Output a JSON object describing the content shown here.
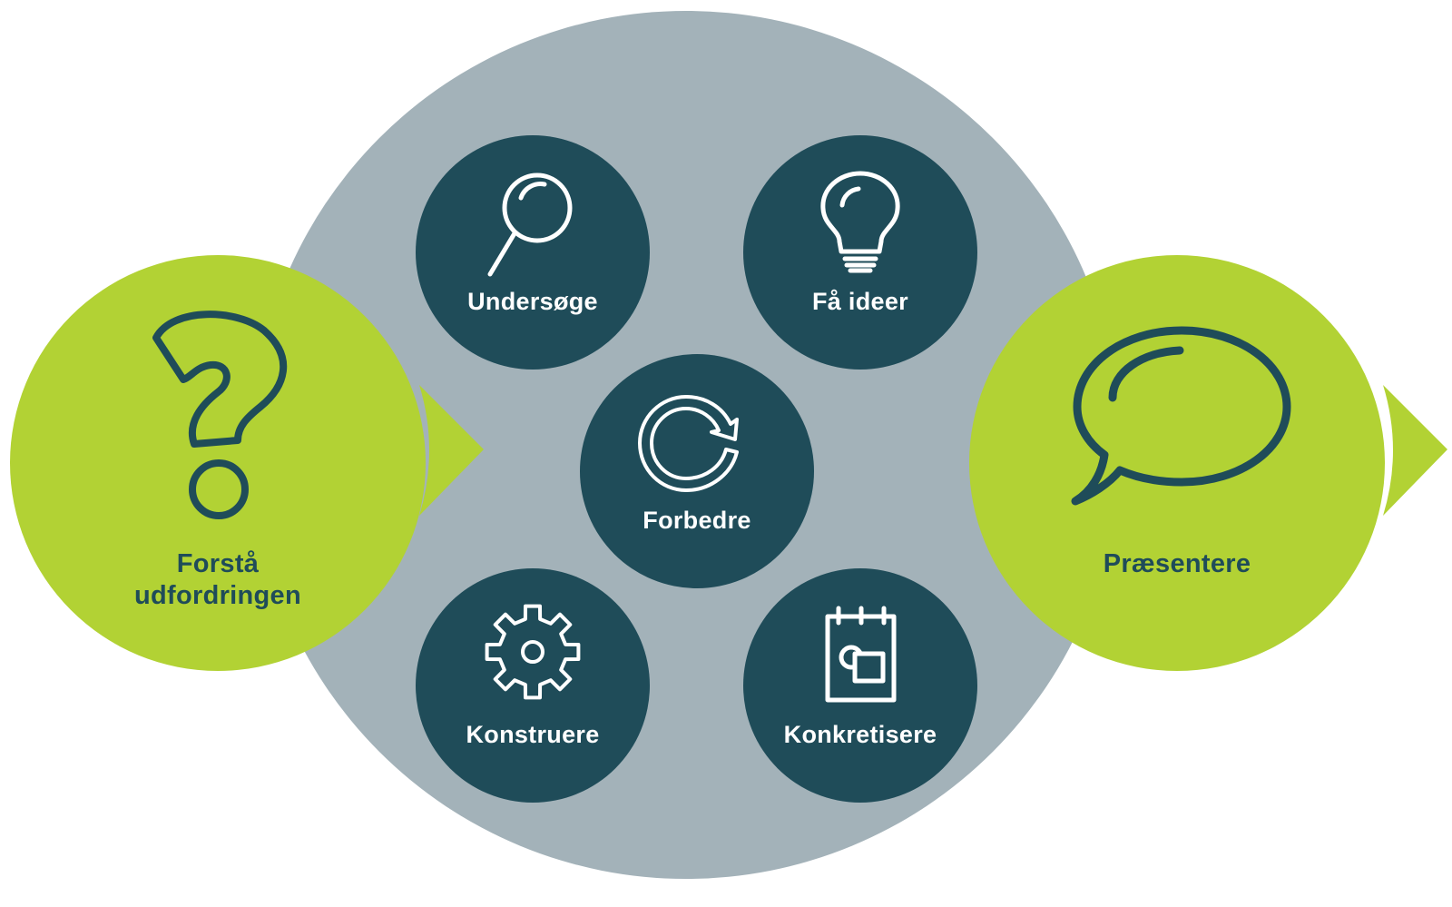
{
  "colors": {
    "outer_circle": "#a3b2b9",
    "phase_circle": "#b2d234",
    "phase_icon_stroke": "#1f4c59",
    "step_circle": "#1f4c59",
    "step_text": "#ffffff",
    "phase_text": "#1f4c59"
  },
  "phases": {
    "understand": {
      "label": "Forstå\nudfordringen",
      "icon": "question-mark-icon"
    },
    "present": {
      "label": "Præsentere",
      "icon": "speech-bubble-icon"
    }
  },
  "steps": {
    "investigate": {
      "label": "Undersøge",
      "icon": "magnifier-icon"
    },
    "ideas": {
      "label": "Få ideer",
      "icon": "lightbulb-icon"
    },
    "improve": {
      "label": "Forbedre",
      "icon": "refresh-icon"
    },
    "construct": {
      "label": "Konstruere",
      "icon": "gear-icon"
    },
    "concretize": {
      "label": "Konkretisere",
      "icon": "notepad-icon"
    }
  }
}
